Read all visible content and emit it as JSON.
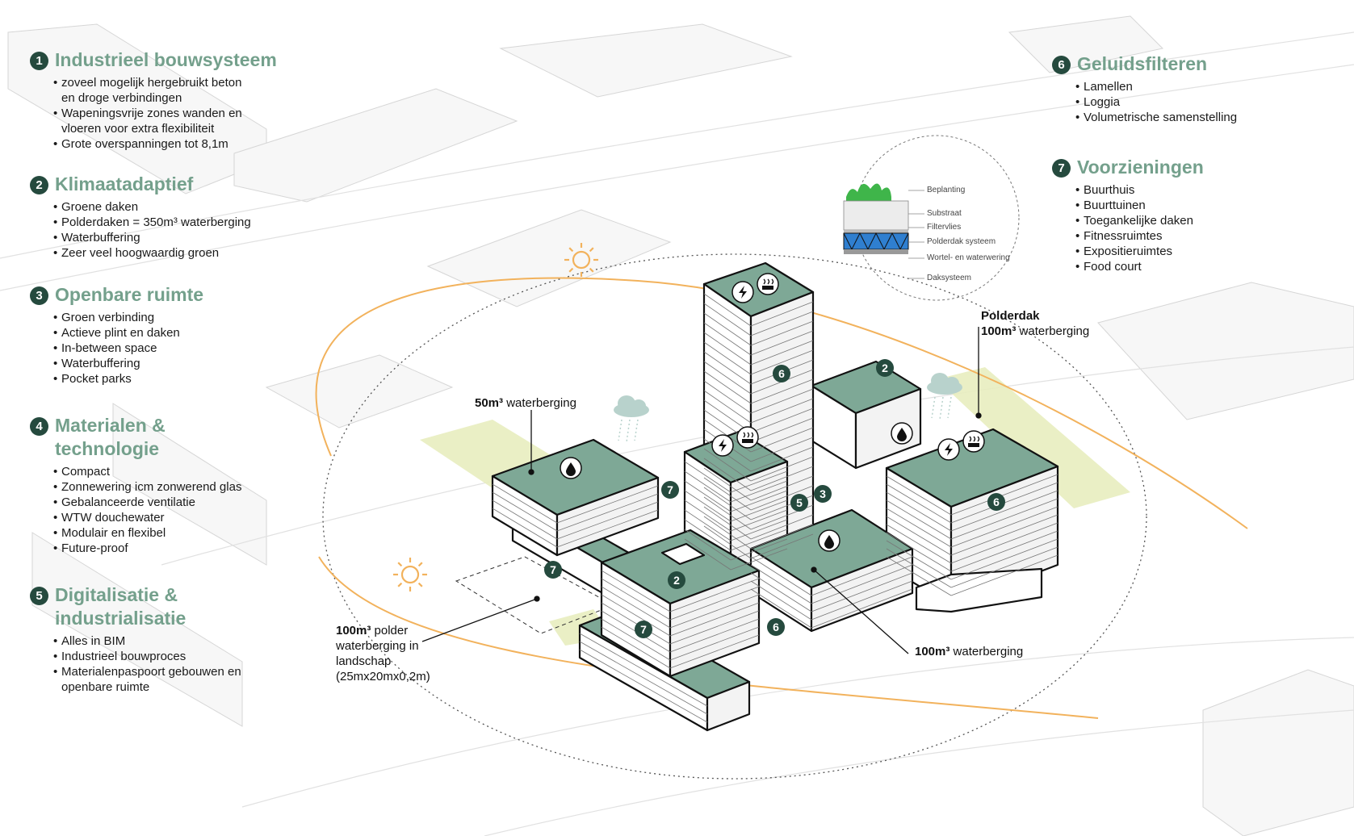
{
  "colors": {
    "accent": "#74a08c",
    "badge": "#254a3e",
    "roof": "#7ea896",
    "sun": "#f2b25c",
    "park": "#e8edbf"
  },
  "sections_left": [
    {
      "num": "1",
      "title_lines": [
        "Industrieel bouwsysteem"
      ],
      "items": [
        [
          "zoveel mogelijk hergebruikt beton",
          "en droge verbindingen"
        ],
        [
          "Wapeningsvrije zones wanden en",
          "vloeren voor extra flexibiliteit"
        ],
        [
          "Grote overspanningen tot 8,1m"
        ]
      ]
    },
    {
      "num": "2",
      "title_lines": [
        "Klimaatadaptief"
      ],
      "items": [
        [
          "Groene daken"
        ],
        [
          "Polderdaken = 350m³ waterberging"
        ],
        [
          "Waterbuffering"
        ],
        [
          "Zeer veel hoogwaardig groen"
        ]
      ]
    },
    {
      "num": "3",
      "title_lines": [
        "Openbare ruimte"
      ],
      "items": [
        [
          "Groen verbinding"
        ],
        [
          "Actieve plint en daken"
        ],
        [
          "In-between space"
        ],
        [
          "Waterbuffering"
        ],
        [
          "Pocket parks"
        ]
      ]
    },
    {
      "num": "4",
      "title_lines": [
        "Materialen &",
        "technologie"
      ],
      "items": [
        [
          "Compact"
        ],
        [
          "Zonnewering icm zonwerend glas"
        ],
        [
          "Gebalanceerde ventilatie"
        ],
        [
          "WTW douchewater"
        ],
        [
          "Modulair en flexibel"
        ],
        [
          "Future-proof"
        ]
      ]
    },
    {
      "num": "5",
      "title_lines": [
        "Digitalisatie &",
        "industrialisatie"
      ],
      "items": [
        [
          "Alles in BIM"
        ],
        [
          "Industrieel bouwproces"
        ],
        [
          "Materialenpaspoort gebouwen en",
          "openbare ruimte"
        ]
      ]
    }
  ],
  "sections_right": [
    {
      "num": "6",
      "title_lines": [
        "Geluidsfilteren"
      ],
      "items": [
        [
          "Lamellen"
        ],
        [
          "Loggia"
        ],
        [
          "Volumetrische samenstelling"
        ]
      ]
    },
    {
      "num": "7",
      "title_lines": [
        "Voorzieningen"
      ],
      "items": [
        [
          "Buurthuis"
        ],
        [
          "Buurttuinen"
        ],
        [
          "Toegankelijke daken"
        ],
        [
          "Fitnessruimtes"
        ],
        [
          "Expositieruimtes"
        ],
        [
          "Food court"
        ]
      ]
    }
  ],
  "roof_layers": [
    "Beplanting",
    "Substraat",
    "Filtervlies",
    "Polderdak systeem",
    "Wortel- en waterwering",
    "Daksysteem"
  ],
  "callouts": {
    "polderdak": {
      "bold": "Polderdak",
      "bold2": "100m³",
      "rest2": " waterberging"
    },
    "fifty": {
      "bold": "50m³",
      "rest": " waterberging"
    },
    "landscape": {
      "bold": "100m³",
      "rest": " polder",
      "l2": "waterberging in",
      "l3": "landschap",
      "l4": "(25mx20mx0,2m)"
    },
    "hundred": {
      "bold": "100m³",
      "rest": " waterberging"
    }
  },
  "markers": {
    "six": "6",
    "seven": "7",
    "two": "2",
    "three": "3",
    "five": "5"
  },
  "icons": [
    "bolt-icon",
    "heat-icon",
    "water-drop-icon",
    "rain-cloud-icon",
    "sun-icon"
  ]
}
